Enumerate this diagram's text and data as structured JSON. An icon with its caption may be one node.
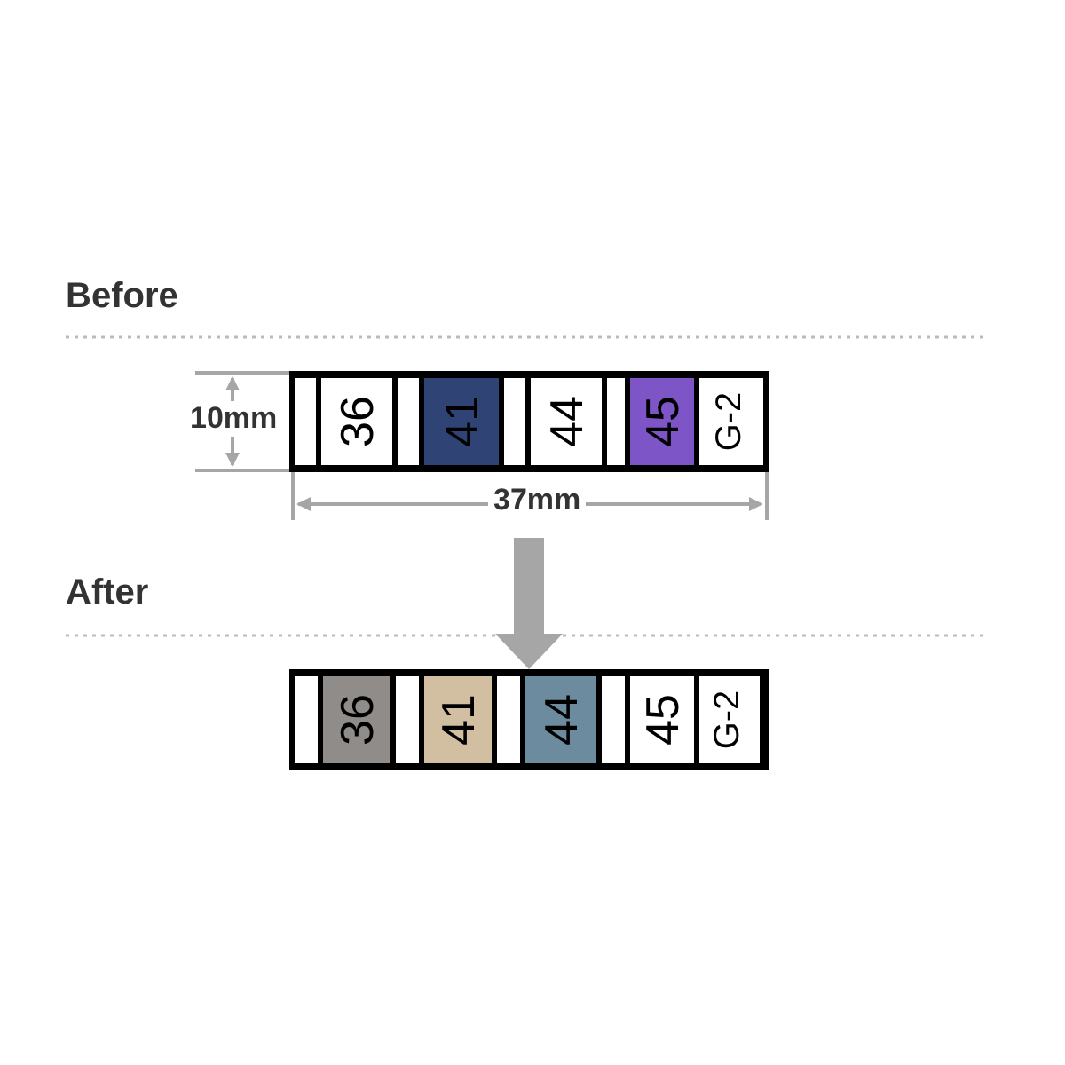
{
  "diagram": {
    "nodes": [
      {
        "text": [],
        "shape": "bar"
      },
      {
        "text": [
          "36"
        ],
        "in": 0
      },
      {
        "text": [
          "41"
        ],
        "in": 0
      },
      {
        "text": [
          "44"
        ],
        "in": 0
      },
      {
        "text": [
          "45"
        ],
        "in": 0
      },
      {
        "text": [
          "G-2"
        ],
        "in": 0
      },
      {
        "text": [],
        "shape": "bar"
      },
      {
        "text": [
          "36"
        ],
        "in": 6
      },
      {
        "text": [
          "41"
        ],
        "in": 6
      },
      {
        "text": [
          "44"
        ],
        "in": 6
      },
      {
        "text": [
          "45"
        ],
        "in": 6
      },
      {
        "text": [
          "G-2"
        ],
        "in": 6
      }
    ],
    "edges": [
      {
        "from": 0,
        "to": 6,
        "arrow": "to",
        "color": "#a6a6a6"
      }
    ],
    "labels": [
      "Before",
      "10mm",
      "37mm",
      "After"
    ]
  }
}
